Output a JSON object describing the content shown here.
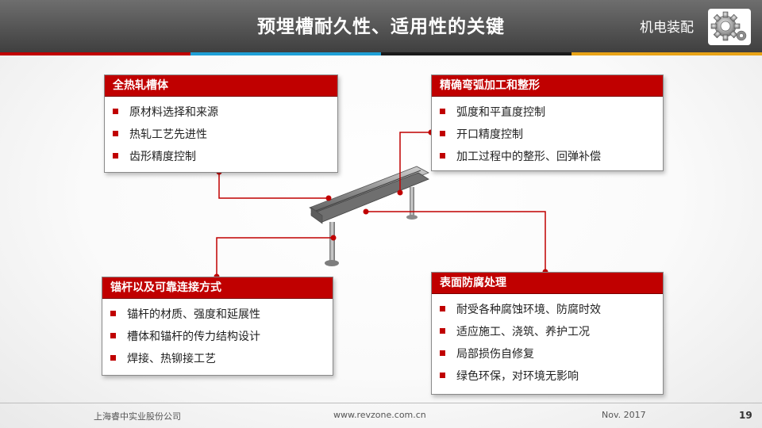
{
  "header": {
    "title": "预埋槽耐久性、适用性的关键",
    "section_label": "机电装配"
  },
  "colors": {
    "accent_red": "#c00000",
    "stripe": [
      "#c00000",
      "#1e9fd6",
      "#1a1a1a",
      "#e8a317"
    ]
  },
  "panels": [
    {
      "title": "全热轧槽体",
      "items": [
        "原材料选择和来源",
        "热轧工艺先进性",
        "齿形精度控制"
      ]
    },
    {
      "title": "精确弯弧加工和整形",
      "items": [
        "弧度和平直度控制",
        "开口精度控制",
        "加工过程中的整形、回弹补偿"
      ]
    },
    {
      "title": "锚杆以及可靠连接方式",
      "items": [
        "锚杆的材质、强度和延展性",
        "槽体和锚杆的传力结构设计",
        "焊接、热铆接工艺"
      ]
    },
    {
      "title": "表面防腐处理",
      "items": [
        "耐受各种腐蚀环境、防腐时效",
        "适应施工、浇筑、养护工况",
        "局部损伤自修复",
        "绿色环保，对环境无影响"
      ]
    }
  ],
  "footer": {
    "company": "上海睿中实业股份公司",
    "website": "www.revzone.com.cn",
    "date": "Nov. 2017",
    "page": "19"
  },
  "icons": [
    "gear-icon",
    "bullet-square-icon",
    "anchor-channel-image"
  ]
}
